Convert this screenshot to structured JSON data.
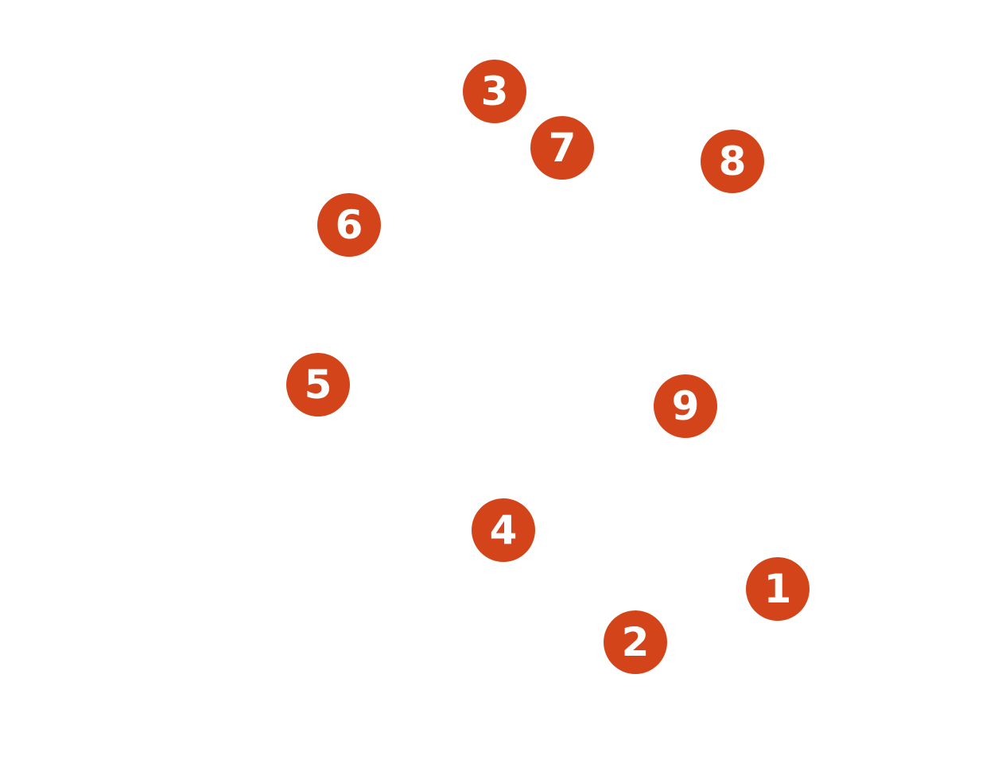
{
  "theme": {
    "node_color": "#d4441a",
    "label_color": "#ffffff",
    "background": "#ffffff"
  },
  "nodes": [
    {
      "id": "1",
      "label": "1"
    },
    {
      "id": "2",
      "label": "2"
    },
    {
      "id": "3",
      "label": "3"
    },
    {
      "id": "4",
      "label": "4"
    },
    {
      "id": "5",
      "label": "5"
    },
    {
      "id": "6",
      "label": "6"
    },
    {
      "id": "7",
      "label": "7"
    },
    {
      "id": "8",
      "label": "8"
    },
    {
      "id": "9",
      "label": "9"
    }
  ]
}
